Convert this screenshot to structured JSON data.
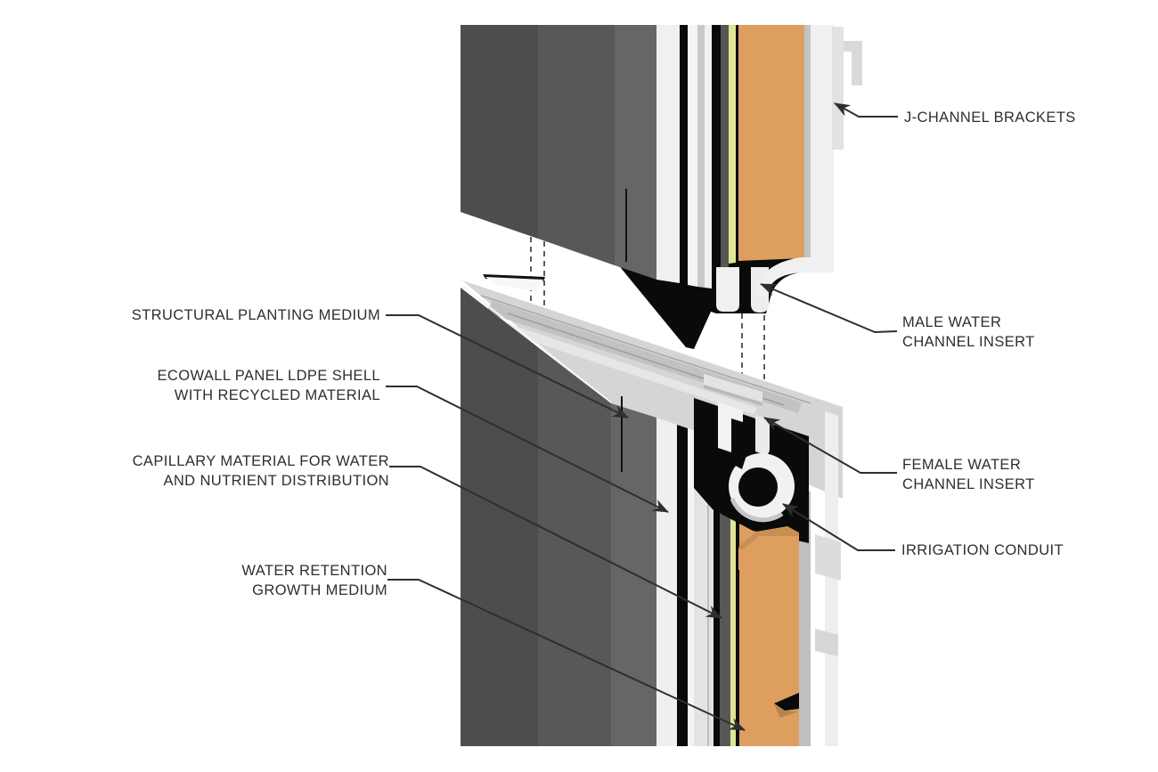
{
  "palette": {
    "line_ink": "#2e2e2e",
    "panel_dark": "#4d4d4d",
    "panel_mid": "#585858",
    "panel_side": "#666666",
    "shell_white": "#f0f0f0",
    "shell_gray": "#c9c9c9",
    "topface_gray": "#d5d5d5",
    "ink": "#0a0a0a",
    "capillary_yellow": "#e0e593",
    "growth_orange": "#dd9e60",
    "bracket_gray": "#d9d9d9"
  },
  "labels": {
    "j_channel": {
      "text": "J-CHANNEL BRACKETS"
    },
    "male": {
      "line1": "MALE WATER",
      "line2": "CHANNEL INSERT"
    },
    "female": {
      "line1": "FEMALE WATER",
      "line2": "CHANNEL INSERT"
    },
    "irrigation": {
      "text": "IRRIGATION CONDUIT"
    },
    "structural": {
      "text": "STRUCTURAL PLANTING MEDIUM"
    },
    "ecowall": {
      "line1": "ECOWALL PANEL LDPE SHELL",
      "line2": "WITH RECYCLED MATERIAL"
    },
    "capillary": {
      "line1": "CAPILLARY MATERIAL FOR WATER",
      "line2": "AND NUTRIENT DISTRIBUTION"
    },
    "water_retention": {
      "line1": "WATER RETENTION",
      "line2": "GROWTH MEDIUM"
    }
  }
}
